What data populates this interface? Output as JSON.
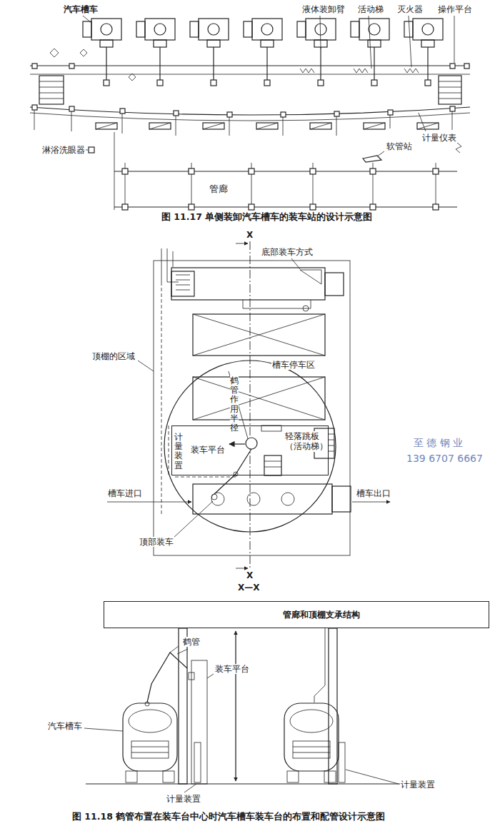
{
  "diagram": {
    "caption": "图 11.18 鹤管布置在装车台中心时汽车槽车装车台的布置和配管设计示意图",
    "nodes": [
      {
        "text": [
          "装车平台"
        ]
      },
      {
        "text": [
          "管廊和顶棚支承结构"
        ]
      }
    ],
    "labels": [
      "汽车槽车",
      "液体装卸臂",
      "活动梯",
      "灭火器",
      "操作平台",
      "计量仪表",
      "淋浴洗眼器",
      "软管站",
      "管廊",
      "图 11.17 单侧装卸汽车槽车的装车站的设计示意图",
      "X",
      "底部装车方式",
      "槽车停车区",
      "顶棚的区域",
      "计量装置",
      "鹤管作用半径",
      "轻落跳板 （活动梯）",
      "槽车进口",
      "槽车出口",
      "顶部装车",
      "X",
      "X—X",
      "鹤管",
      "装车平台",
      "汽车槽车",
      "计量装置",
      "计量装置",
      "至 德 钢 业",
      "139 6707 6667"
    ]
  }
}
